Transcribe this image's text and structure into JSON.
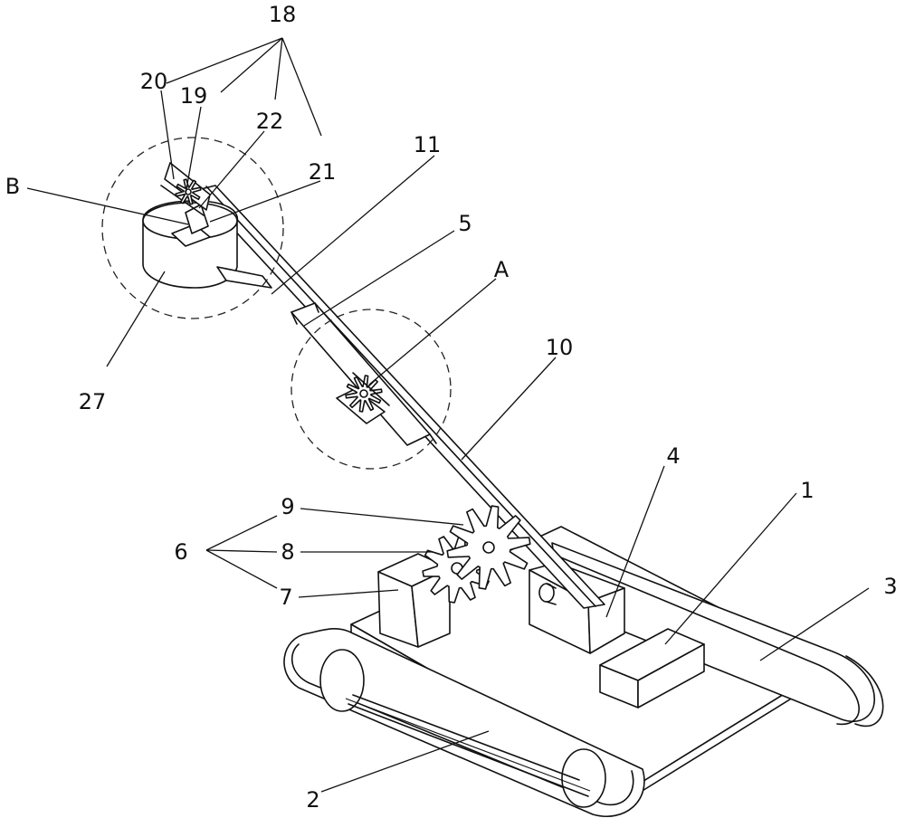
{
  "labels": {
    "l1": "1",
    "l2": "2",
    "l3": "3",
    "l4": "4",
    "l5": "5",
    "l6": "6",
    "l7": "7",
    "l8": "8",
    "l9": "9",
    "l10": "10",
    "l11": "11",
    "l18": "18",
    "l19": "19",
    "l20": "20",
    "l21": "21",
    "l22": "22",
    "l27": "27",
    "lA": "A",
    "lB": "B"
  }
}
